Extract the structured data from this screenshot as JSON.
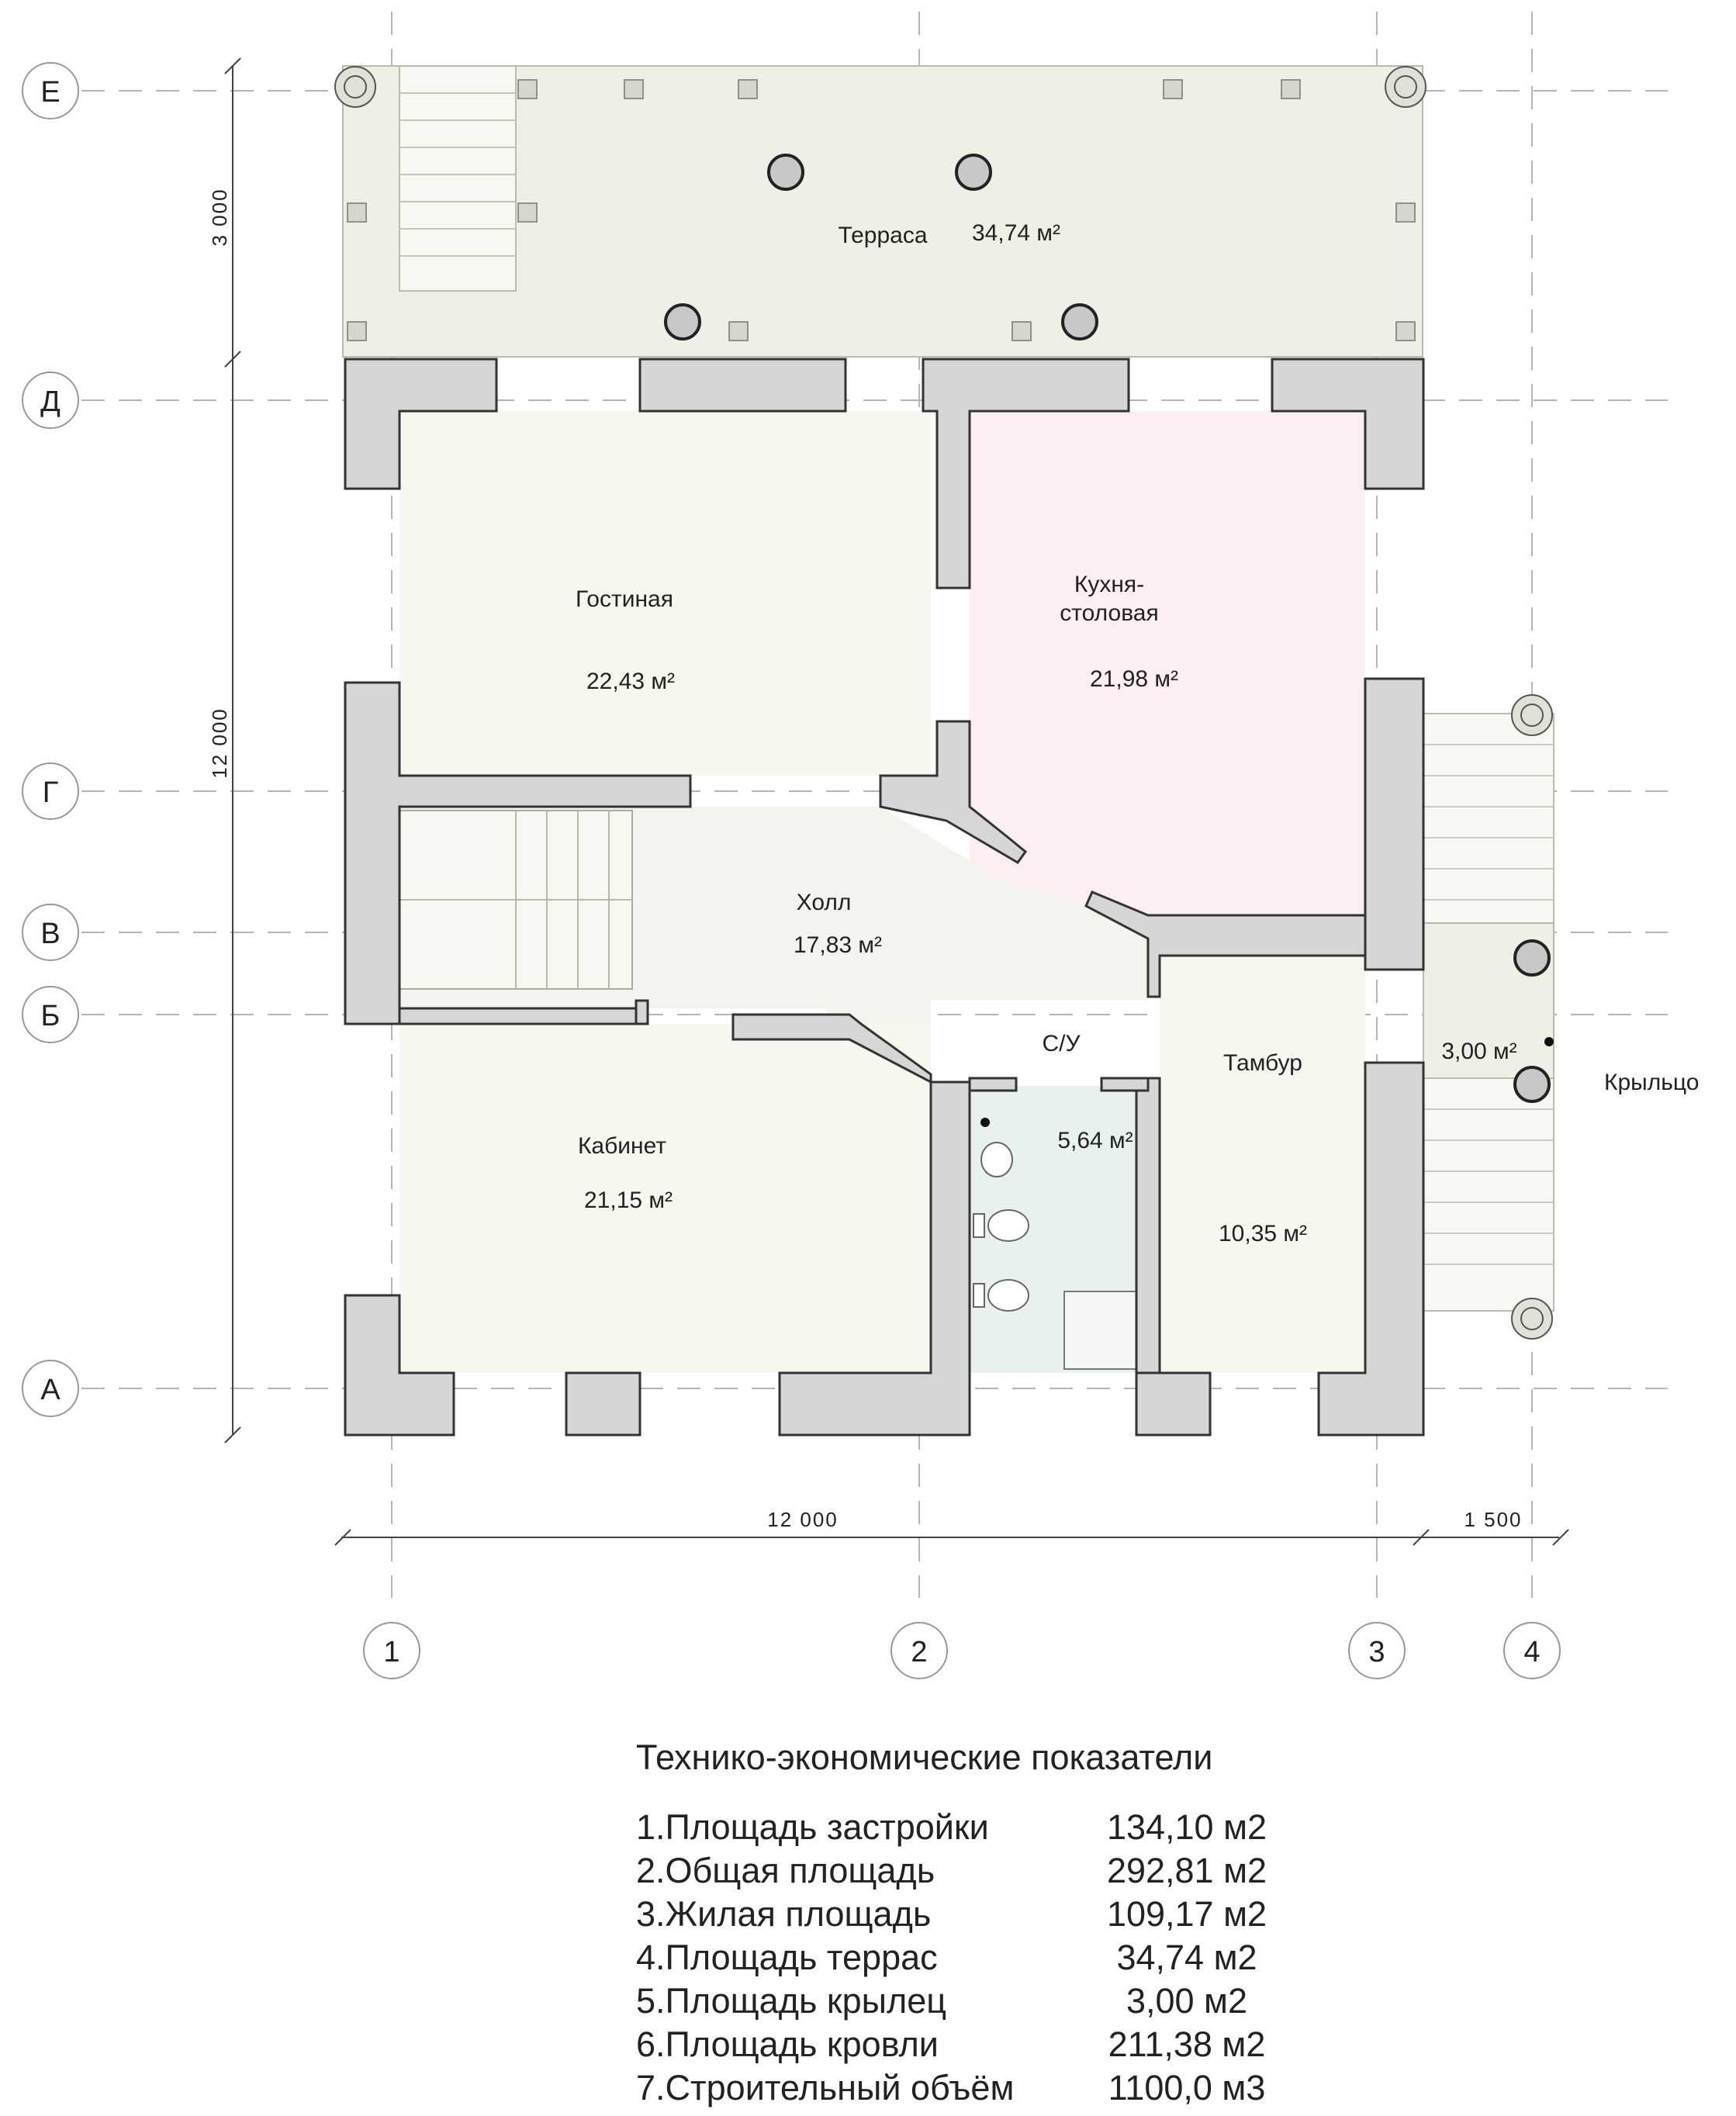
{
  "plan": {
    "axes_rows": [
      "Е",
      "Д",
      "Г",
      "В",
      "Б",
      "А"
    ],
    "axes_cols": [
      "1",
      "2",
      "3",
      "4"
    ],
    "dimensions": {
      "left_top": "3 000",
      "left_main": "12 000",
      "bottom_main": "12 000",
      "bottom_porch": "1 500"
    },
    "rooms": [
      {
        "id": "terrace",
        "name": "Терраса",
        "area": "34,74 м²"
      },
      {
        "id": "living",
        "name": "Гостиная",
        "area": "22,43 м²"
      },
      {
        "id": "kitchen",
        "name_line1": "Кухня-",
        "name_line2": "столовая",
        "area": "21,98 м²"
      },
      {
        "id": "hall",
        "name": "Холл",
        "area": "17,83 м²"
      },
      {
        "id": "bathroom",
        "name": "С/У",
        "area": "5,64 м²"
      },
      {
        "id": "vestibule",
        "name": "Тамбур",
        "area": "10,35 м²"
      },
      {
        "id": "study",
        "name": "Кабинет",
        "area": "21,15 м²"
      },
      {
        "id": "porch",
        "name": "Крыльцо",
        "area": "3,00 м²"
      }
    ],
    "colors": {
      "wall": "#d6d6d6",
      "wall_outline": "#333333",
      "terrace": "#eef0e6",
      "living": "#f6f7ef",
      "kitchen": "#fdeef2",
      "bathroom": "#e8f1ee",
      "hall": "#f3f4ee"
    }
  },
  "indicators": {
    "title": "Технико-экономические показатели",
    "rows": [
      {
        "label": "1.Площадь застройки",
        "value": "134,10 м2"
      },
      {
        "label": "2.Общая площадь",
        "value": "292,81 м2"
      },
      {
        "label": "3.Жилая площадь",
        "value": "109,17 м2"
      },
      {
        "label": "4.Площадь террас",
        "value": "34,74 м2"
      },
      {
        "label": "5.Площадь крылец",
        "value": "3,00 м2"
      },
      {
        "label": "6.Площадь кровли",
        "value": "211,38 м2"
      },
      {
        "label": "7.Строительный объём",
        "value": "1100,0 м3"
      }
    ]
  }
}
